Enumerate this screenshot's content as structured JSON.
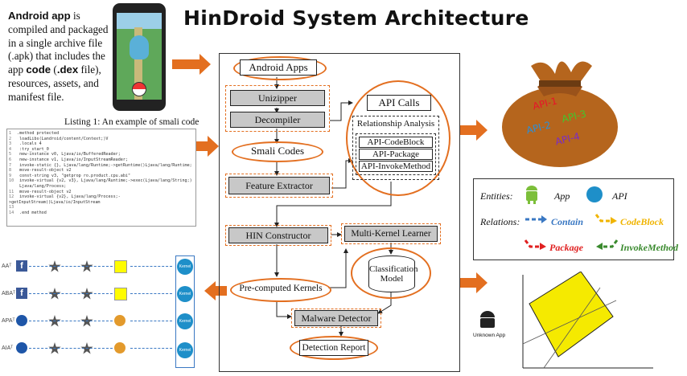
{
  "title": "HinDroid System Architecture",
  "intro": {
    "bold1": "Android app",
    "t1": " is compiled and packaged in a single archive file (.apk) that includes the app ",
    "bold2": "code",
    "t2": " (",
    "bold3": ".dex",
    "t3": " file), resources, assets, and manifest file."
  },
  "listing_title": "Listing 1: An example of smali code",
  "smali_lines": [
    {
      "n": "1",
      "t": ".method protected"
    },
    {
      "n": "2",
      "t": "  loadLibs(Landroid/content/Context;)V"
    },
    {
      "n": "3",
      "t": "  .locals 4"
    },
    {
      "n": "4",
      "t": "  :try_start_0"
    },
    {
      "n": "5",
      "t": "  new-instance v0, Ljava/io/BufferedReader;"
    },
    {
      "n": "6",
      "t": "  new-instance v1, Ljava/io/InputStreamReader;"
    },
    {
      "n": "7",
      "t": "  invoke-static {}, Ljava/lang/Runtime;->getRuntime()Ljava/lang/Runtime;"
    },
    {
      "n": "8",
      "t": "  move-result-object v2"
    },
    {
      "n": "9",
      "t": "  const-string v3, \"getprop ro.product.cpu.abi\""
    },
    {
      "n": "10",
      "t": "  invoke-virtual {v2, v3}, Ljava/lang/Runtime;->exec(Ljava/lang/String;)"
    },
    {
      "n": "",
      "t": "      Ljava/lang/Process;"
    },
    {
      "n": "11",
      "t": "  move-result-object v2"
    },
    {
      "n": "12",
      "t": "  invoke-virtual {v2}, Ljava/lang/Process;->getInputStream()Ljava/io/InputStream"
    },
    {
      "n": "13",
      "t": ""
    },
    {
      "n": "14",
      "t": "  .end method"
    }
  ],
  "pipeline": {
    "android_apps": "Android Apps",
    "unizipper": "Unizipper",
    "decompiler": "Decompiler",
    "smali_codes": "Smali Codes",
    "feature_extractor": "Feature Extractor",
    "api_calls": "API Calls",
    "relationship_analysis": "Relationship Analysis",
    "api_codeblock": "API-CodeBlock",
    "api_package": "API-Package",
    "api_invoke": "API-InvokeMethod",
    "hin_constructor": "HIN Constructor",
    "mkl": "Multi-Kernel Learner",
    "classification_model_1": "Classification",
    "classification_model_2": "Model",
    "precomputed_kernels": "Pre-computed Kernels",
    "malware_detector": "Malware Detector",
    "detection_report": "Detection Report"
  },
  "api_sack": [
    "API-1",
    "API-3",
    "API-2",
    "API-4"
  ],
  "legend": {
    "entities_label": "Entities:",
    "app_label": "App",
    "api_label": "API",
    "relations_label": "Relations:",
    "contain": "Contain",
    "codeblock": "CodeBlock",
    "package": "Package",
    "invoke": "InvokeMethod",
    "colors": {
      "contain": "#3a78c3",
      "codeblock": "#f0b400",
      "package": "#e02020",
      "invoke": "#3a8a2e"
    }
  },
  "unknown_app": "Unknown App",
  "meta_paths": [
    "AAᵀ",
    "ABAᵀ",
    "APAᵀ",
    "AIAᵀ"
  ],
  "kernel_label": "Kernel",
  "colors": {
    "orange": "#e36f20",
    "grey_box": "#c8c8c8",
    "sack": "#b5651d",
    "diamond": "#f5ea00"
  }
}
